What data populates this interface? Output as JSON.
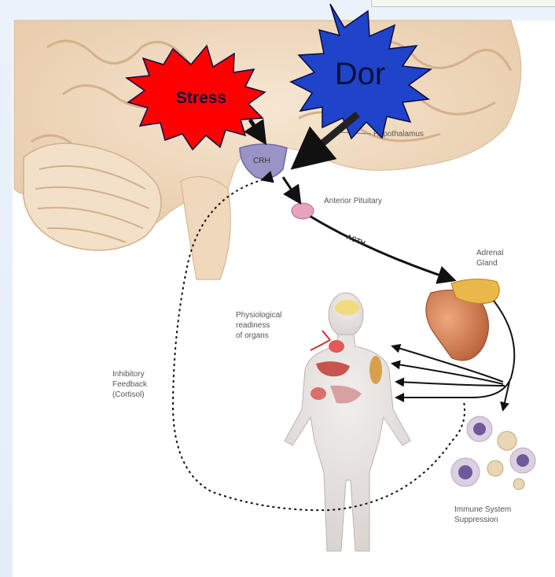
{
  "burst_labels": {
    "stress": "Stress",
    "pain": "Dor"
  },
  "labels": {
    "crh": "CRH",
    "hypothalamus": "Hypothalamus",
    "anterior_pituitary": "Anterior Pituitary",
    "acth": "ACTH",
    "adrenal_line1": "Adrenal",
    "adrenal_line2": "Gland",
    "physio_line1": "Physiological",
    "physio_line2": "readiness",
    "physio_line3": "of organs",
    "inhibitory_line1": "Inhibitory",
    "inhibitory_line2": "Feedback",
    "inhibitory_line3": "(Cortisol)",
    "immune_line1": "Immune System",
    "immune_line2": "Suppression"
  },
  "colors": {
    "stress_burst": "#ff0000",
    "pain_burst": "#1f44c9",
    "burst_outline": "#0a0a40",
    "brain_tissue": "#f2dcc0",
    "hypothalamus": "#9a94c6",
    "adrenal_gland": "#d98a5c",
    "adrenal_cap": "#e8b84a",
    "body": "#e6e1df",
    "immune_cells": "#d8c7d6"
  }
}
